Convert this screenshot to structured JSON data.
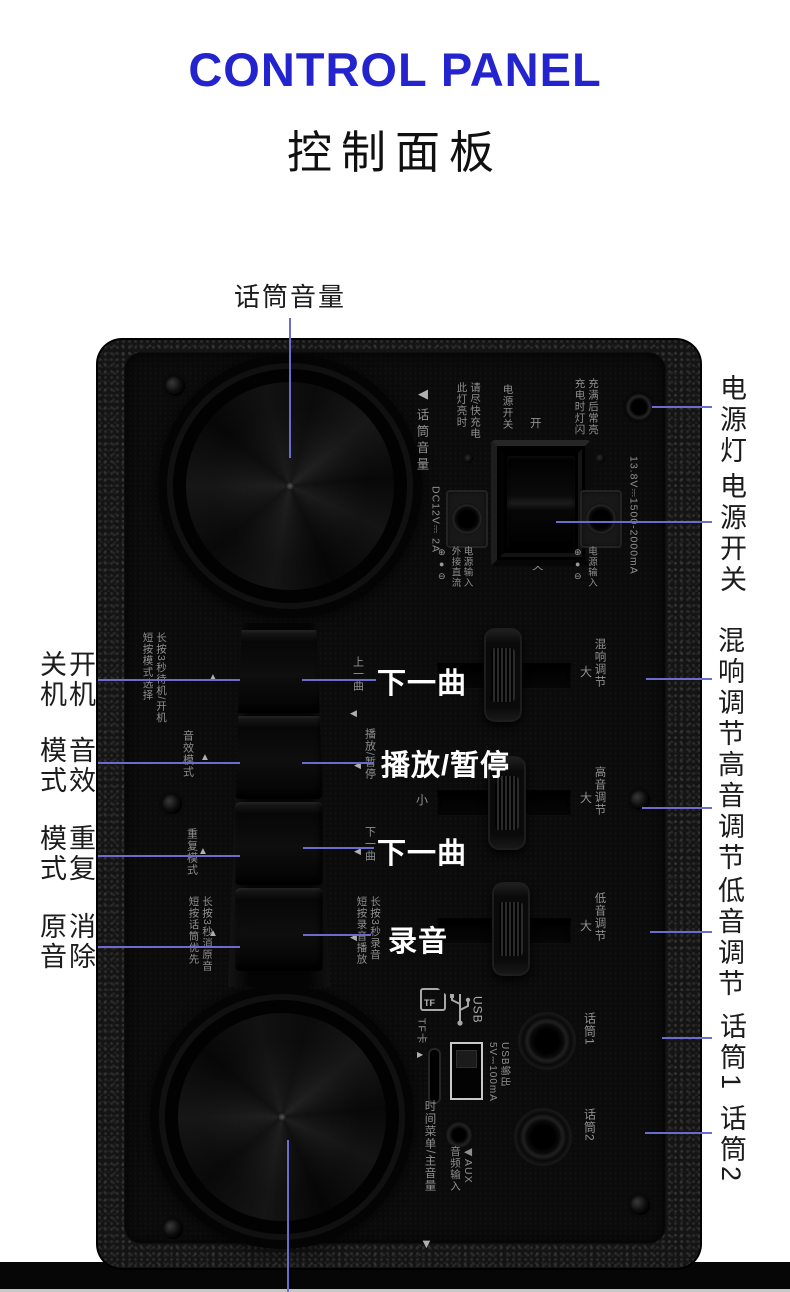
{
  "header": {
    "title": "CONTROL PANEL",
    "subtitle": "控制面板"
  },
  "colors": {
    "title_blue": "#2324ce",
    "line_blue": "#6b6bd0",
    "panel_black": "#0b0b0b",
    "white_label": "#ffffff"
  },
  "callouts": {
    "top": "话筒音量",
    "left": [
      "关开\n机机",
      "模音\n式效",
      "模重\n式复",
      "原消\n音除"
    ],
    "right": [
      "电源灯",
      "电源开关",
      "混响调节",
      "高音调节",
      "低音调节",
      "话筒1",
      "话筒2"
    ],
    "center": [
      "下一曲",
      "播放/暂停",
      "下一曲",
      "录音"
    ]
  },
  "panel": {
    "mic_volume_arrow": "◀",
    "mic_volume": "话筒音量",
    "charge_warning": "此灯亮时\n请尽快充电",
    "charge_led_note": "充电时灯闪\n充满后常亮",
    "power_switch": "电源开关",
    "switch_on": "开",
    "switch_off": "关",
    "rating": "13.8V⎓1500-2000mA",
    "dc_output": "DC12V⎓ 2A",
    "ext_dc_input": "外接直流\n电源输入",
    "power_input": "电源输入",
    "polarity": "⊕\n●\n⊖",
    "buttons_left": [
      "短按模式选择\n长按3秒待机/开机",
      "音效模式",
      "重复模式",
      "短按话筒优先\n长按3秒消原音"
    ],
    "buttons_right": [
      "上一曲",
      "播放/暂停",
      "下一曲",
      "短按录音播放\n长按3秒录音"
    ],
    "tri_up": "▲",
    "tri_left": "◀",
    "tri_right": "▶",
    "tri_down": "▼",
    "sliders": [
      {
        "label": "混响调节",
        "max": "大"
      },
      {
        "label": "高音调节",
        "max": "大",
        "min": "小"
      },
      {
        "label": "低音调节",
        "max": "大"
      }
    ],
    "tf_icon": "TF",
    "usb_label": "USB",
    "tf_card": "TF卡",
    "usb_output": "USB输出\n5V⎓100mA",
    "mic1": "话筒1",
    "mic2": "话筒2",
    "time_menu": "时间菜单/主音量",
    "aux_input": "◀AUX\n音频输入"
  }
}
